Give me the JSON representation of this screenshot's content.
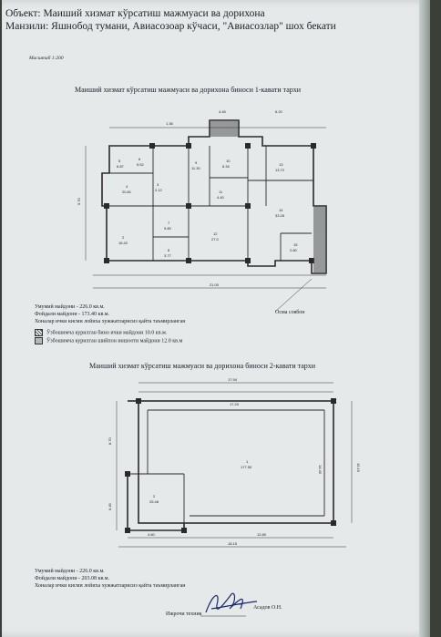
{
  "header": {
    "object_line": "Объект: Маиший хизмат кўрсатиш мажмуаси ва дорихона",
    "address_line": "Манзили: Яшнобод тумани, Авиасозоар кўчаси, \"Авиасозлар\" шох бекати",
    "scale": "Масштаб 1:200"
  },
  "plan1": {
    "title": "Маиший хизмат кўрсатиш мажмуаси ва дорихона биноси 1-кавати тархи",
    "overall_width": "21.00",
    "left_height": "9.70",
    "top_dims": [
      "1.36",
      "4.45",
      "6.20"
    ],
    "rooms": [
      {
        "num": "5",
        "area": "6.87"
      },
      {
        "num": "6",
        "area": "5.52"
      },
      {
        "num": "4",
        "area": "20.81"
      },
      {
        "num": "3",
        "area": "2.12"
      },
      {
        "num": "2",
        "area": "16.42"
      },
      {
        "num": "7",
        "area": "9.80"
      },
      {
        "num": "8",
        "area": "3.77"
      },
      {
        "num": "9",
        "area": "11.30"
      },
      {
        "num": "10",
        "area": "6.34"
      },
      {
        "num": "11",
        "area": "4.40"
      },
      {
        "num": "12",
        "area": "27.0"
      },
      {
        "num": "13",
        "area": "13.72"
      },
      {
        "num": "14",
        "area": "33.26"
      },
      {
        "num": "15",
        "area": "2.80"
      }
    ],
    "callout": "Осма соябон"
  },
  "notes1": [
    "Умумий майдони - 226.0 кв.м.",
    "Фойдали майдони - 173.40 кв.м.",
    "Хоналар ички кисми лойиха хужжатларисиз қайта таъмирланган"
  ],
  "legend": [
    {
      "icon": "hatched-square-icon",
      "text": "Ўзбошимча курилган бино ички майдони 10.0 кв.м."
    },
    {
      "icon": "dotted-square-icon",
      "text": "Ўзбошимча курилган шийпон иншооти майдони 12.0 кв.м"
    }
  ],
  "plan2": {
    "title": "Маиший хизмат кўрсатиш мажмуаси ва дорихона биноси 2-кавати тархи",
    "top_dims": [
      "17.94",
      "17.20"
    ],
    "bottom_dims": [
      "4.60",
      "12.80"
    ],
    "overall_bottom": "18.15",
    "side_dims": [
      "8.70",
      "6.45",
      "15.15",
      "14.40"
    ],
    "rooms": [
      {
        "num": "1",
        "area": "177.50"
      },
      {
        "num": "2",
        "area": "25.48"
      }
    ]
  },
  "notes2": [
    "Умумий майдони - 226.0 кв.м.",
    "Фойдали майдони - 203.08 кв.м.",
    "Хоналар ички кисми лойиха хужжатларисиз қайта таъмирланган"
  ],
  "signature": {
    "label": "Ижрочи техник",
    "name": "Асадов О.Н."
  }
}
